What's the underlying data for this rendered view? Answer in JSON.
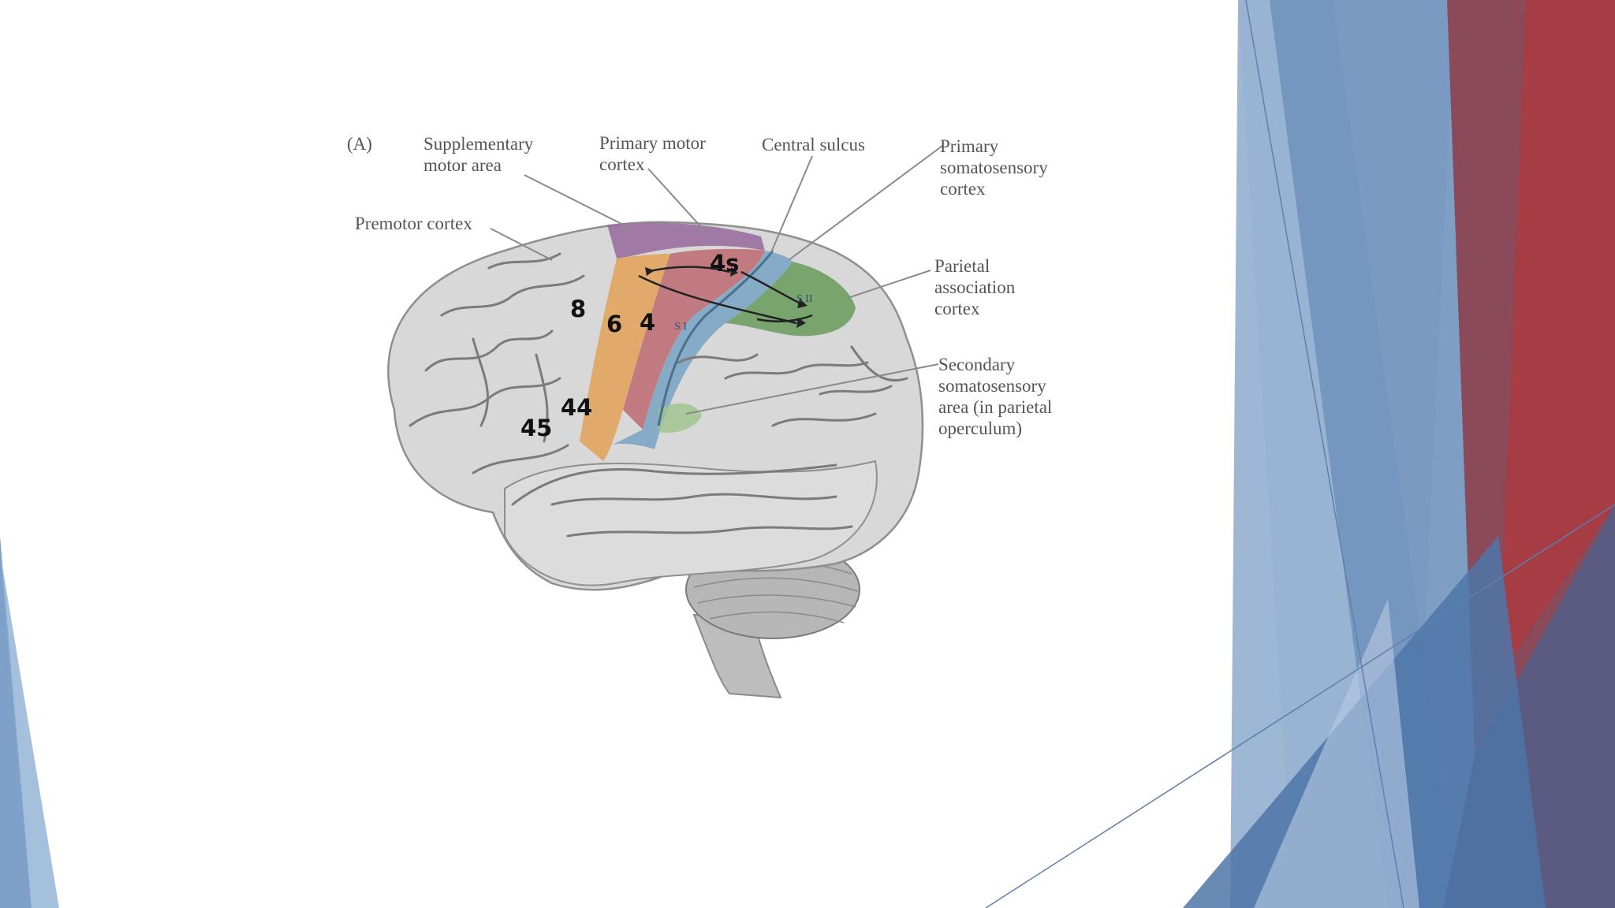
{
  "figure": {
    "panel_label": "(A)",
    "labels": {
      "sma": [
        "Supplementary",
        "motor area"
      ],
      "pmc": [
        "Primary motor",
        "cortex"
      ],
      "central_sulcus": [
        "Central sulcus"
      ],
      "s1": [
        "Primary",
        "somatosensory",
        "cortex"
      ],
      "premotor": [
        "Premotor cortex"
      ],
      "parietal": [
        "Parietal",
        "association",
        "cortex"
      ],
      "s2": [
        "Secondary",
        "somatosensory",
        "area (in parietal",
        "operculum)"
      ]
    },
    "brodmann_numbers": [
      "4s",
      "8",
      "6",
      "4",
      "44",
      "45"
    ],
    "small_labels": [
      "S I",
      "S II"
    ]
  },
  "colors": {
    "sma": "#9b6fa0",
    "primary_motor": "#c0727a",
    "premotor": "#e2a662",
    "somatosensory": "#7ea7c6",
    "parietal": "#6f9e63",
    "brain": "#d8d8d8",
    "accent_blue": "#5b82b0",
    "accent_red": "#a63c44"
  }
}
